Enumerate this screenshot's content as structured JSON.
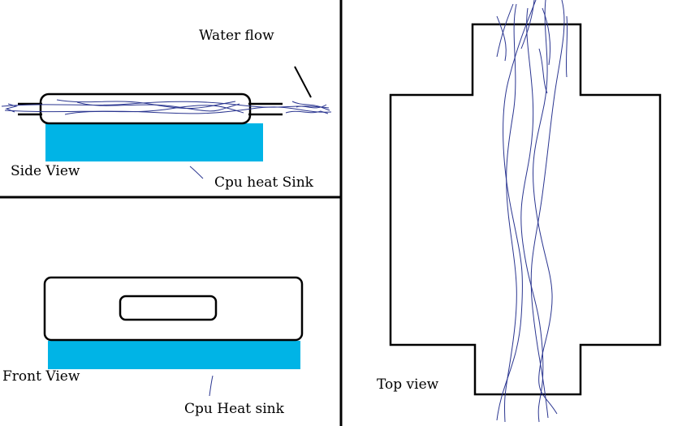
{
  "side_view": {
    "water_flow_label": "Water flow",
    "view_label": "Side View",
    "heat_sink_label": "Cpu heat Sink"
  },
  "front_view": {
    "view_label": "Front View",
    "heat_sink_label": "Cpu Heat sink"
  },
  "top_view": {
    "view_label": "Top view"
  },
  "colors": {
    "heat_sink": "#00b4e6",
    "water_lines": "#2a3590",
    "outline": "#000000"
  }
}
